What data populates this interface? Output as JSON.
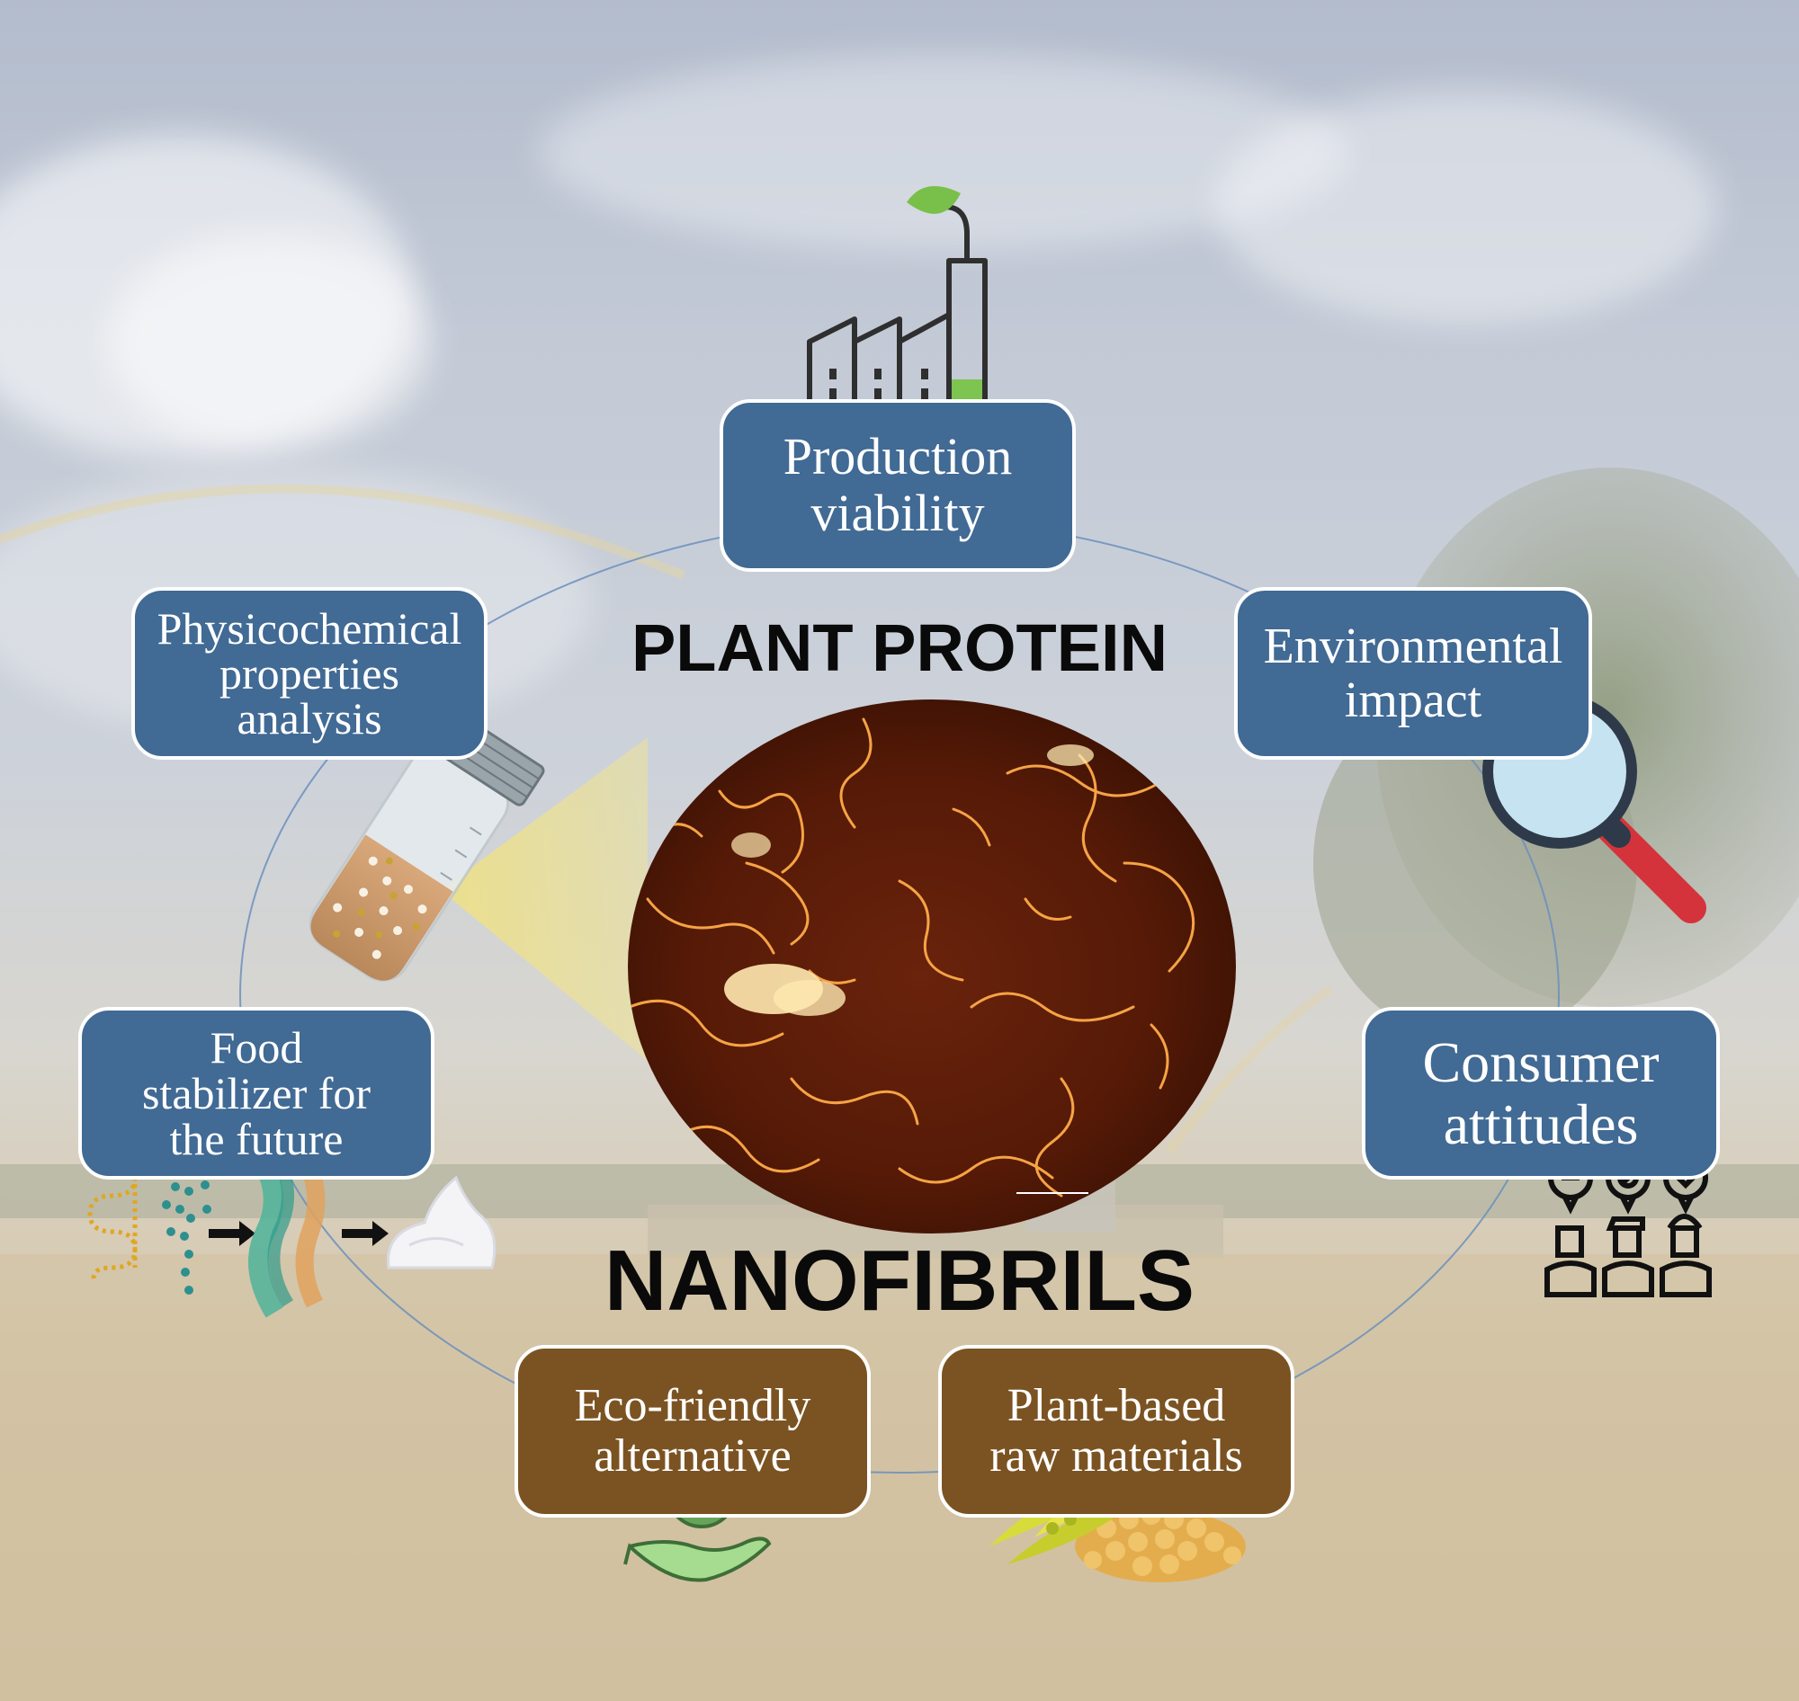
{
  "center": {
    "heading_top": "PLANT PROTEIN",
    "heading_bottom": "NANOFIBRILS"
  },
  "boxes": {
    "production": {
      "line1": "Production",
      "line2": "viability",
      "color": "#416a94"
    },
    "environmental": {
      "line1": "Environmental",
      "line2": "impact",
      "color": "#416a94"
    },
    "consumer": {
      "line1": "Consumer",
      "line2": "attitudes",
      "color": "#416a94"
    },
    "plant_based": {
      "line1": "Plant-based",
      "line2": "raw materials",
      "color": "#7b5322"
    },
    "eco": {
      "line1": "Eco-friendly",
      "line2": "alternative",
      "color": "#7b5322"
    },
    "food": {
      "line1": "Food",
      "line2": "stabilizer for",
      "line3": "the future",
      "color": "#416a94"
    },
    "physico": {
      "line1": "Physicochemical",
      "line2": "properties",
      "line3": "analysis",
      "color": "#416a94"
    }
  },
  "icons": [
    "factory-leaf-icon",
    "magnifier-icon",
    "consumer-feedback-icon",
    "peas-icon",
    "earth-hand-icon",
    "protein-fibril-foam-icon",
    "vial-icon"
  ]
}
